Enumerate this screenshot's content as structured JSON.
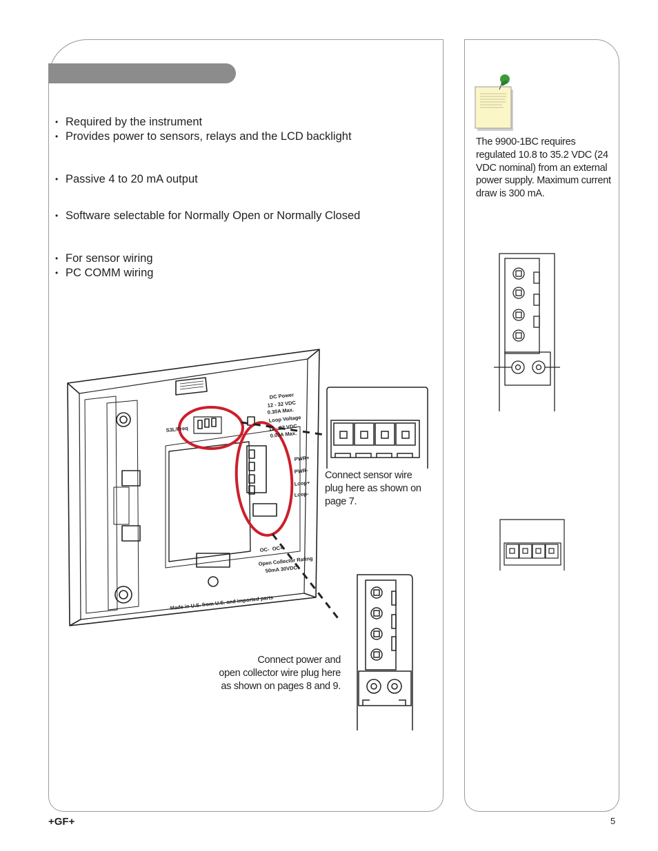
{
  "power_section": {
    "bullets": [
      "Required by the instrument",
      "Provides power to sensors, relays and the LCD backlight"
    ]
  },
  "loop_section": {
    "bullets": [
      "Passive 4 to 20 mA output"
    ]
  },
  "relay_section": {
    "bullets": [
      "Software selectable for Normally Open or Normally Closed"
    ]
  },
  "terminal_section": {
    "bullets": [
      "For sensor wiring",
      "PC COMM wiring"
    ]
  },
  "captions": {
    "sensor_plug": [
      "Connect sensor wire",
      "plug here as shown on",
      "page 7."
    ],
    "power_plug": [
      "Connect power and",
      "open collector wire plug here",
      "as shown on pages 8 and 9."
    ]
  },
  "note": {
    "icon": "sticky-note-pushpin-icon",
    "text": "The 9900-1BC requires regulated 10.8 to 35.2 VDC (24 VDC nominal) from an external power supply. Maximum current draw is 300 mA."
  },
  "device_labels": {
    "dc_power": "DC Power",
    "dc_range": "12 - 32 VDC",
    "dc_max": "0.30A Max.",
    "loop_voltage": "Loop Voltage",
    "loop_range": "12 - 32 VDC",
    "loop_max": "0.03A Max.",
    "pwr_plus": "PWR+",
    "pwr_minus": "PWR-",
    "loop_plus": "Loop+",
    "loop_minus": "Loop-",
    "oc_minus": "OC-",
    "oc_plus": "OC+",
    "oc_rating_1": "Open Collector Rating",
    "oc_rating_2": "50mA 30VDC",
    "made_in": "Made in U.S. from U.S. and imported parts",
    "s3l": "S3L/Freq"
  },
  "colors": {
    "highlight_circle": "#cc1f2b",
    "header_bar": "#8c8c8c",
    "note_paper": "#fbf6c8",
    "pushpin": "#3a9a3a"
  },
  "footer": {
    "logo": "+GF+",
    "page_number": "5"
  }
}
